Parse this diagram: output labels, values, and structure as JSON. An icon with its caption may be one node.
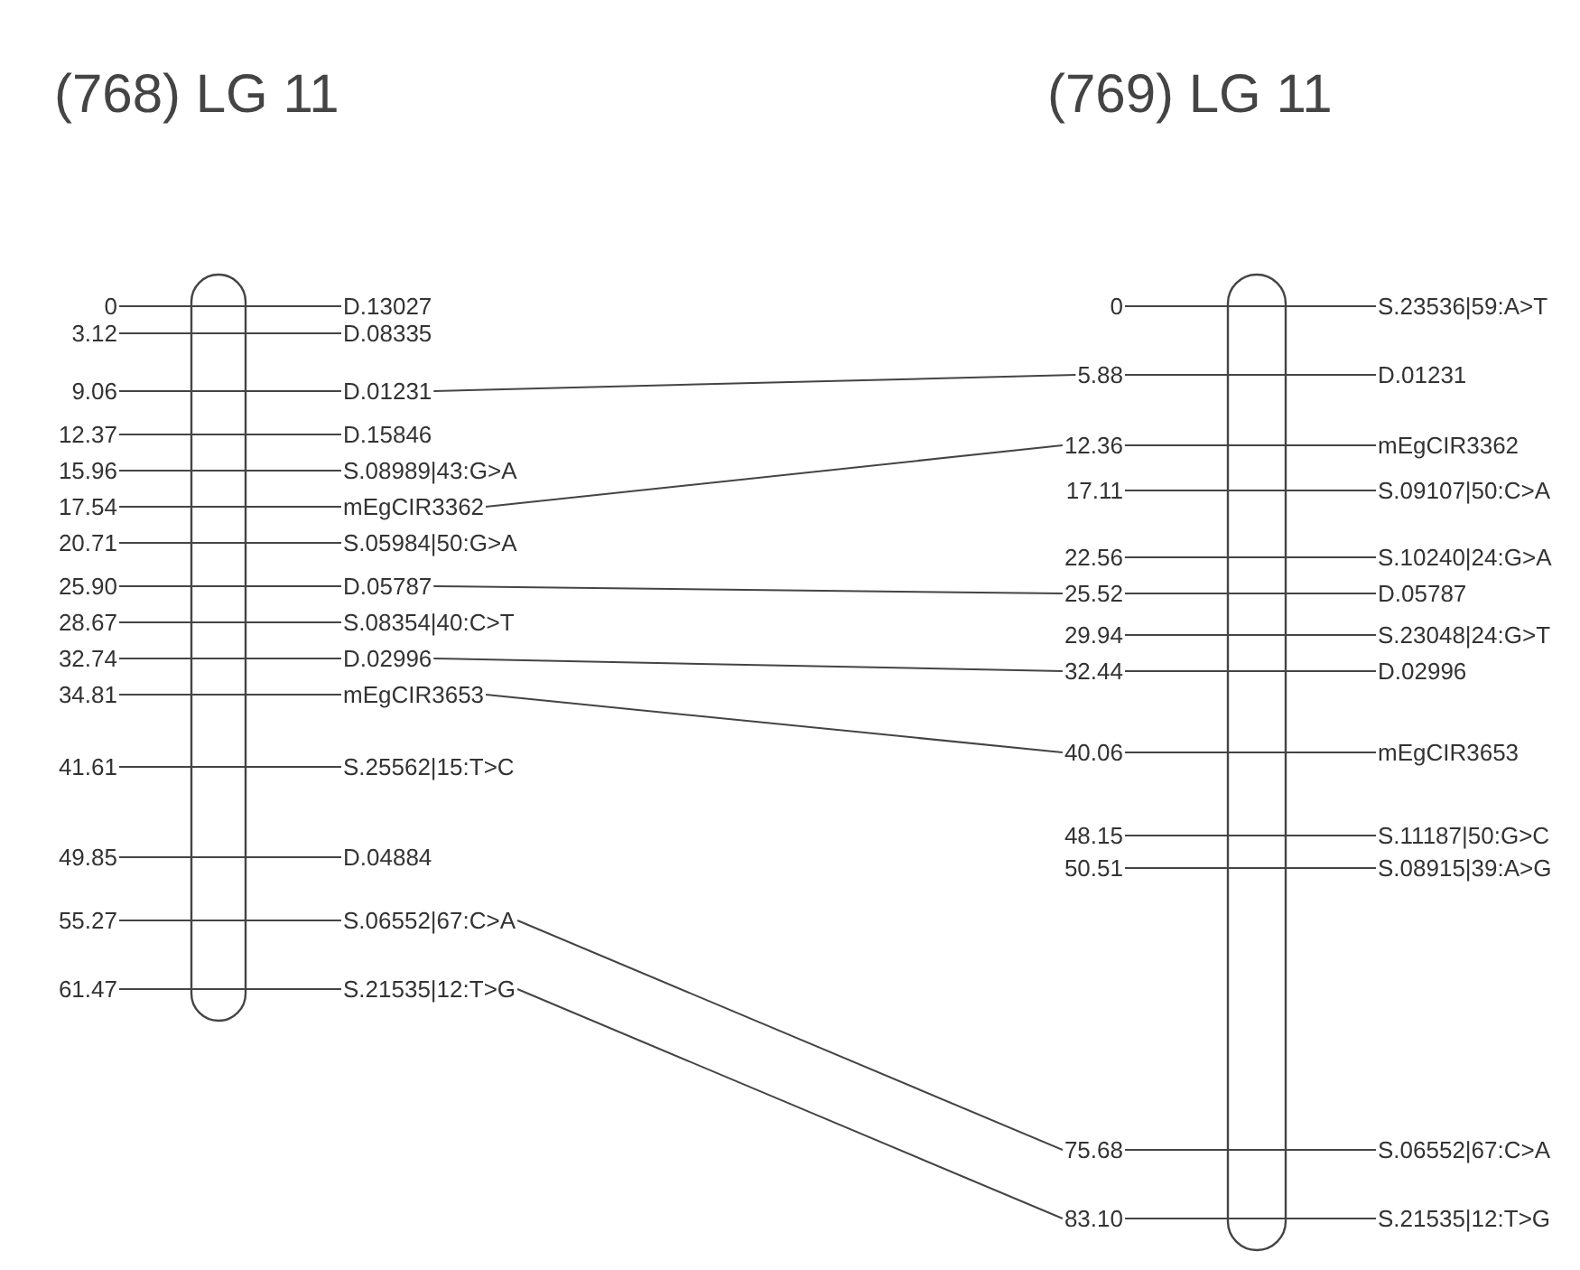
{
  "diagram": {
    "nodes": [
      {
        "text": [
          "0"
        ]
      },
      {
        "text": [
          "D.13027"
        ]
      },
      {
        "text": [
          "3.12"
        ]
      },
      {
        "text": [
          "D.08335"
        ]
      },
      {
        "text": [
          "9.06"
        ]
      },
      {
        "text": [
          "D.01231"
        ]
      },
      {
        "text": [
          "12.37"
        ]
      },
      {
        "text": [
          "D.15846"
        ]
      },
      {
        "text": [
          "15.96"
        ]
      },
      {
        "text": [
          "S.08989|43:G>A"
        ]
      },
      {
        "text": [
          "17.54"
        ]
      },
      {
        "text": [
          "mEgCIR3362"
        ]
      },
      {
        "text": [
          "20.71"
        ]
      },
      {
        "text": [
          "S.05984|50:G>A"
        ]
      },
      {
        "text": [
          "25.90"
        ]
      },
      {
        "text": [
          "D.05787"
        ]
      },
      {
        "text": [
          "28.67"
        ]
      },
      {
        "text": [
          "S.08354|40:C>T"
        ]
      },
      {
        "text": [
          "32.74"
        ]
      },
      {
        "text": [
          "D.02996"
        ]
      },
      {
        "text": [
          "34.81"
        ]
      },
      {
        "text": [
          "mEgCIR3653"
        ]
      },
      {
        "text": [
          "41.61"
        ]
      },
      {
        "text": [
          "S.25562|15:T>C"
        ]
      },
      {
        "text": [
          "49.85"
        ]
      },
      {
        "text": [
          "D.04884"
        ]
      },
      {
        "text": [
          "55.27"
        ]
      },
      {
        "text": [
          "S.06552|67:C>A"
        ]
      },
      {
        "text": [
          "61.47"
        ]
      },
      {
        "text": [
          "S.21535|12:T>G"
        ]
      },
      {
        "text": [
          "0"
        ]
      },
      {
        "text": [
          "S.23536|59:A>T"
        ]
      },
      {
        "text": [
          "5.88"
        ]
      },
      {
        "text": [
          "D.01231"
        ]
      },
      {
        "text": [
          "12.36"
        ]
      },
      {
        "text": [
          "mEgCIR3362"
        ]
      },
      {
        "text": [
          "17.11"
        ]
      },
      {
        "text": [
          "S.09107|50:C>A"
        ]
      },
      {
        "text": [
          "22.56"
        ]
      },
      {
        "text": [
          "S.10240|24:G>A"
        ]
      },
      {
        "text": [
          "25.52"
        ]
      },
      {
        "text": [
          "D.05787"
        ]
      },
      {
        "text": [
          "29.94"
        ]
      },
      {
        "text": [
          "S.23048|24:G>T"
        ]
      },
      {
        "text": [
          "32.44"
        ]
      },
      {
        "text": [
          "D.02996"
        ]
      },
      {
        "text": [
          "40.06"
        ]
      },
      {
        "text": [
          "mEgCIR3653"
        ]
      },
      {
        "text": [
          "48.15"
        ]
      },
      {
        "text": [
          "S.11187|50:G>C"
        ]
      },
      {
        "text": [
          "50.51"
        ]
      },
      {
        "text": [
          "S.08915|39:A>G"
        ]
      },
      {
        "text": [
          "75.68"
        ]
      },
      {
        "text": [
          "S.06552|67:C>A"
        ]
      },
      {
        "text": [
          "83.10"
        ]
      },
      {
        "text": [
          "S.21535|12:T>G"
        ]
      }
    ],
    "edges": [
      {
        "from": 0,
        "to": 1,
        "arrow": "none"
      },
      {
        "from": 2,
        "to": 3,
        "arrow": "none"
      },
      {
        "from": 4,
        "to": 5,
        "arrow": "none"
      },
      {
        "from": 6,
        "to": 7,
        "arrow": "none"
      },
      {
        "from": 8,
        "to": 9,
        "arrow": "none"
      },
      {
        "from": 10,
        "to": 11,
        "arrow": "none"
      },
      {
        "from": 12,
        "to": 13,
        "arrow": "none"
      },
      {
        "from": 14,
        "to": 15,
        "arrow": "none"
      },
      {
        "from": 16,
        "to": 17,
        "arrow": "none"
      },
      {
        "from": 18,
        "to": 19,
        "arrow": "none"
      },
      {
        "from": 20,
        "to": 21,
        "arrow": "none"
      },
      {
        "from": 22,
        "to": 23,
        "arrow": "none"
      },
      {
        "from": 24,
        "to": 25,
        "arrow": "none"
      },
      {
        "from": 26,
        "to": 27,
        "arrow": "none"
      },
      {
        "from": 28,
        "to": 29,
        "arrow": "none"
      },
      {
        "from": 30,
        "to": 31,
        "arrow": "none"
      },
      {
        "from": 32,
        "to": 33,
        "arrow": "none"
      },
      {
        "from": 34,
        "to": 35,
        "arrow": "none"
      },
      {
        "from": 36,
        "to": 37,
        "arrow": "none"
      },
      {
        "from": 38,
        "to": 39,
        "arrow": "none"
      },
      {
        "from": 40,
        "to": 41,
        "arrow": "none"
      },
      {
        "from": 42,
        "to": 43,
        "arrow": "none"
      },
      {
        "from": 44,
        "to": 45,
        "arrow": "none"
      },
      {
        "from": 46,
        "to": 47,
        "arrow": "none"
      },
      {
        "from": 48,
        "to": 49,
        "arrow": "none"
      },
      {
        "from": 50,
        "to": 51,
        "arrow": "none"
      },
      {
        "from": 52,
        "to": 53,
        "arrow": "none"
      },
      {
        "from": 54,
        "to": 55,
        "arrow": "none"
      },
      {
        "from": 5,
        "to": 32,
        "arrow": "none"
      },
      {
        "from": 11,
        "to": 34,
        "arrow": "none"
      },
      {
        "from": 15,
        "to": 40,
        "arrow": "none"
      },
      {
        "from": 19,
        "to": 44,
        "arrow": "none"
      },
      {
        "from": 21,
        "to": 46,
        "arrow": "none"
      },
      {
        "from": 27,
        "to": 52,
        "arrow": "none"
      },
      {
        "from": 29,
        "to": 54,
        "arrow": "none"
      }
    ],
    "labels": [
      "(768) LG 11",
      "(769) LG 11"
    ]
  }
}
